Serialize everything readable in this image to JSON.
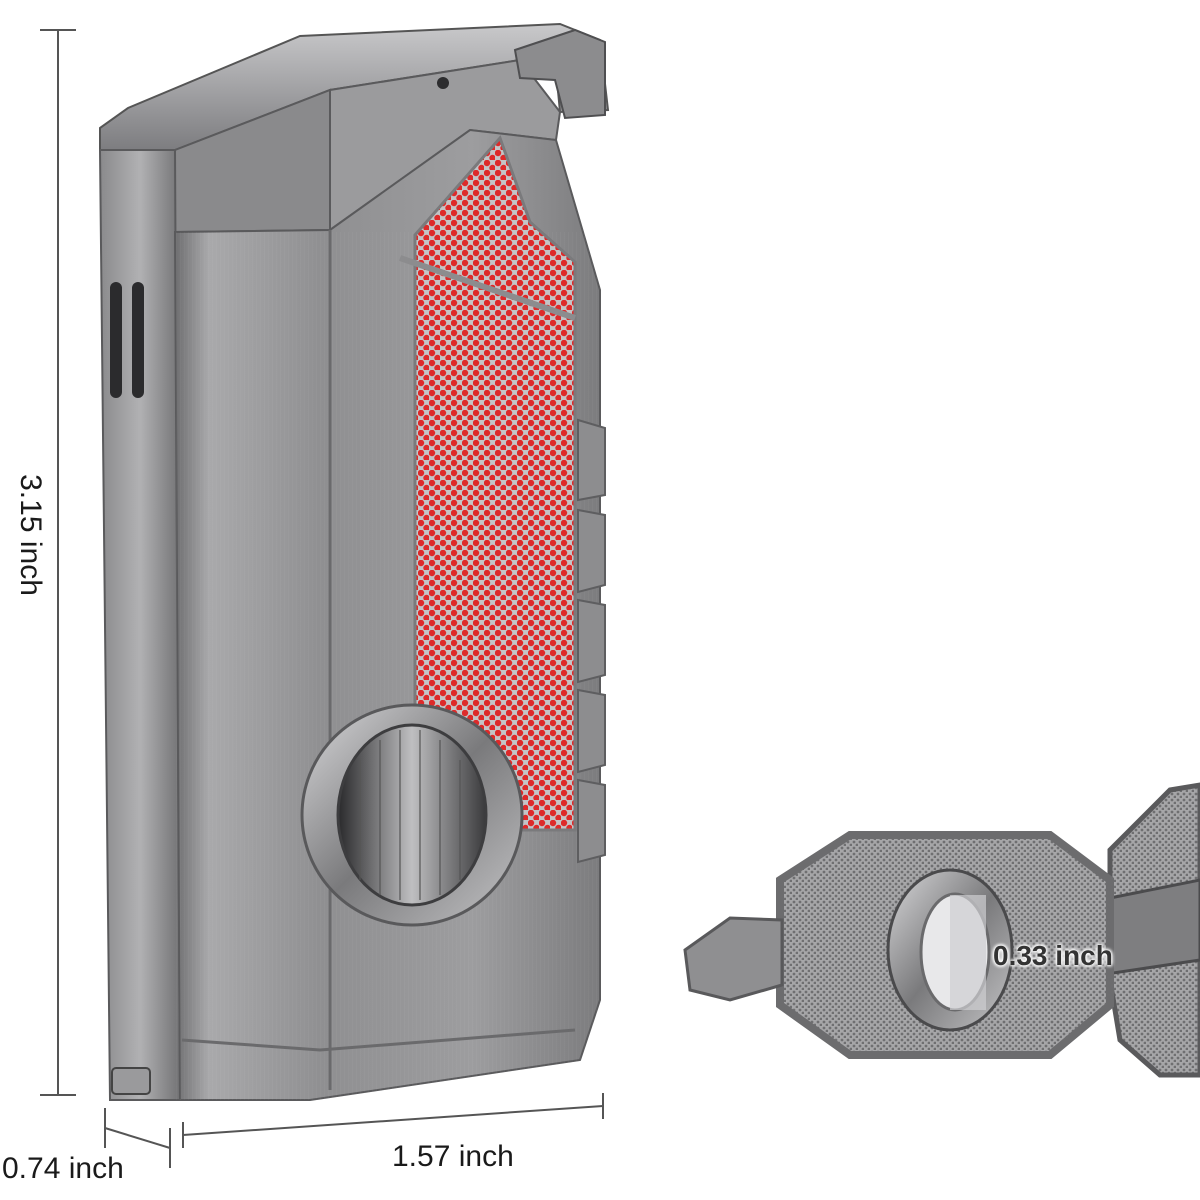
{
  "dimensions": {
    "height": "3.15 inch",
    "length": "1.57 inch",
    "width": "0.74 inch",
    "cutter_diameter": "0.33 inch"
  },
  "colors": {
    "body_metal": "#8e8e8e",
    "accent_red": "#d92a2a",
    "dimension_line": "#555555"
  }
}
